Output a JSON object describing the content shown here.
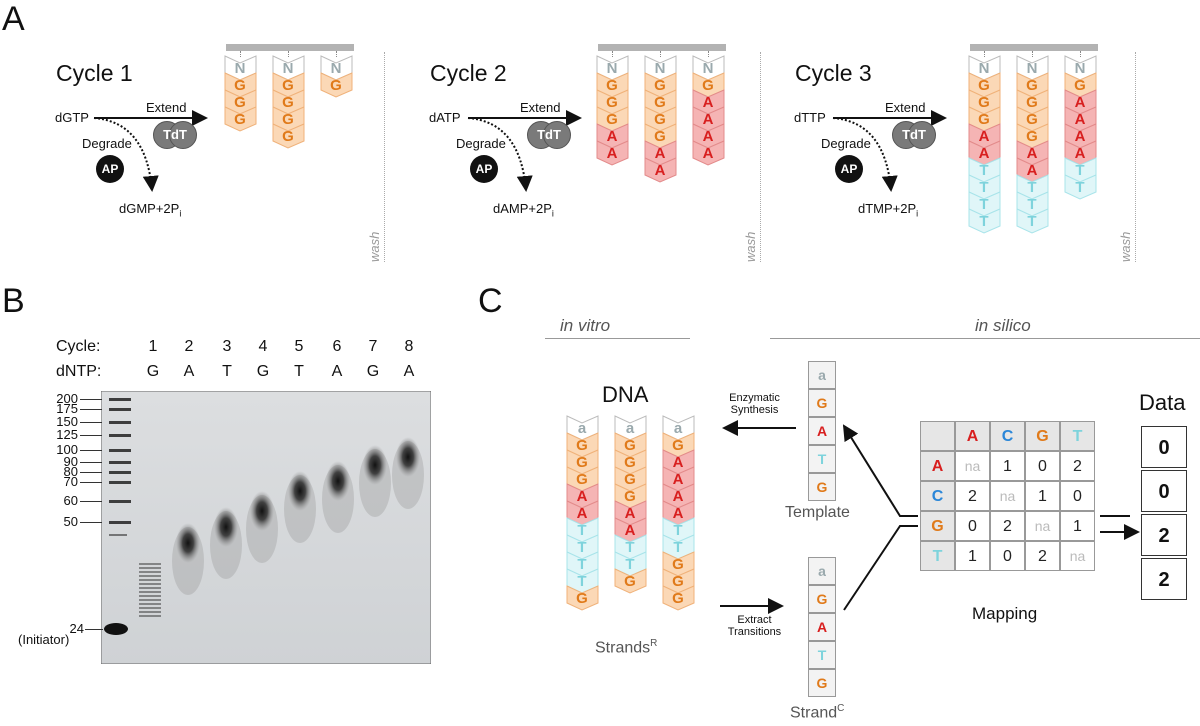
{
  "panels": {
    "a": "A",
    "b": "B",
    "c": "C"
  },
  "colors": {
    "G": "#e07a1a",
    "A": "#d81f1f",
    "T": "#7ed3dc",
    "C": "#2a86d8",
    "N": "#9aa9ad",
    "a": "#9aa9ad",
    "bgG": "#fbd8b6",
    "bgA": "#f5b4b4",
    "bgT": "#e0f6f8",
    "bgN": "#ffffff"
  },
  "cycles": [
    {
      "title": "Cycle 1",
      "substrate": "dGTP",
      "extend": "Extend",
      "degrade": "Degrade",
      "enzyme": "TdT",
      "ap": "AP",
      "product": "dGMP+2P",
      "sub": "i",
      "wash": "wash",
      "strands": [
        [
          "N",
          "G",
          "G",
          "G"
        ],
        [
          "N",
          "G",
          "G",
          "G",
          "G"
        ],
        [
          "N",
          "G"
        ]
      ]
    },
    {
      "title": "Cycle 2",
      "substrate": "dATP",
      "extend": "Extend",
      "degrade": "Degrade",
      "enzyme": "TdT",
      "ap": "AP",
      "product": "dAMP+2P",
      "sub": "i",
      "wash": "wash",
      "strands": [
        [
          "N",
          "G",
          "G",
          "G",
          "A",
          "A"
        ],
        [
          "N",
          "G",
          "G",
          "G",
          "G",
          "A",
          "A"
        ],
        [
          "N",
          "G",
          "A",
          "A",
          "A",
          "A"
        ]
      ]
    },
    {
      "title": "Cycle 3",
      "substrate": "dTTP",
      "extend": "Extend",
      "degrade": "Degrade",
      "enzyme": "TdT",
      "ap": "AP",
      "product": "dTMP+2P",
      "sub": "i",
      "wash": "wash",
      "strands": [
        [
          "N",
          "G",
          "G",
          "G",
          "A",
          "A",
          "T",
          "T",
          "T",
          "T"
        ],
        [
          "N",
          "G",
          "G",
          "G",
          "G",
          "A",
          "A",
          "T",
          "T",
          "T"
        ],
        [
          "N",
          "G",
          "A",
          "A",
          "A",
          "A",
          "T",
          "T"
        ]
      ]
    }
  ],
  "gel": {
    "header_cycle": "Cycle:",
    "header_dntp": "dNTP:",
    "cycles": [
      "1",
      "2",
      "3",
      "4",
      "5",
      "6",
      "7",
      "8"
    ],
    "dntps": [
      "G",
      "A",
      "T",
      "G",
      "T",
      "A",
      "G",
      "A"
    ],
    "ladder": [
      "200",
      "175",
      "150",
      "125",
      "100",
      "90",
      "80",
      "70",
      "60",
      "50"
    ],
    "initiator_size": "24",
    "initiator_label": "(Initiator)"
  },
  "panel_c": {
    "in_vitro": "in vitro",
    "in_silico": "in silico",
    "dna_title": "DNA",
    "strands": [
      [
        "a",
        "G",
        "G",
        "G",
        "A",
        "A",
        "T",
        "T",
        "T",
        "T",
        "G"
      ],
      [
        "a",
        "G",
        "G",
        "G",
        "G",
        "A",
        "A",
        "T",
        "T",
        "G"
      ],
      [
        "a",
        "G",
        "A",
        "A",
        "A",
        "A",
        "T",
        "T",
        "G",
        "G",
        "G"
      ]
    ],
    "strands_label": "Strands",
    "strands_sup": "R",
    "enzymatic": [
      "Enzymatic",
      "Synthesis"
    ],
    "extract": [
      "Extract",
      "Transitions"
    ],
    "template_seq": [
      "a",
      "G",
      "A",
      "T",
      "G"
    ],
    "template_label": "Template",
    "strandc_seq": [
      "a",
      "G",
      "A",
      "T",
      "G"
    ],
    "strandc_label": "Strand",
    "strandc_sup": "C",
    "mapping_label": "Mapping",
    "mapping_cols": [
      "A",
      "C",
      "G",
      "T"
    ],
    "mapping_rows": [
      {
        "h": "A",
        "cells": [
          "na",
          "1",
          "0",
          "2"
        ]
      },
      {
        "h": "C",
        "cells": [
          "2",
          "na",
          "1",
          "0"
        ]
      },
      {
        "h": "G",
        "cells": [
          "0",
          "2",
          "na",
          "1"
        ]
      },
      {
        "h": "T",
        "cells": [
          "1",
          "0",
          "2",
          "na"
        ]
      }
    ],
    "data_title": "Data",
    "data_values": [
      "0",
      "0",
      "2",
      "2"
    ]
  }
}
